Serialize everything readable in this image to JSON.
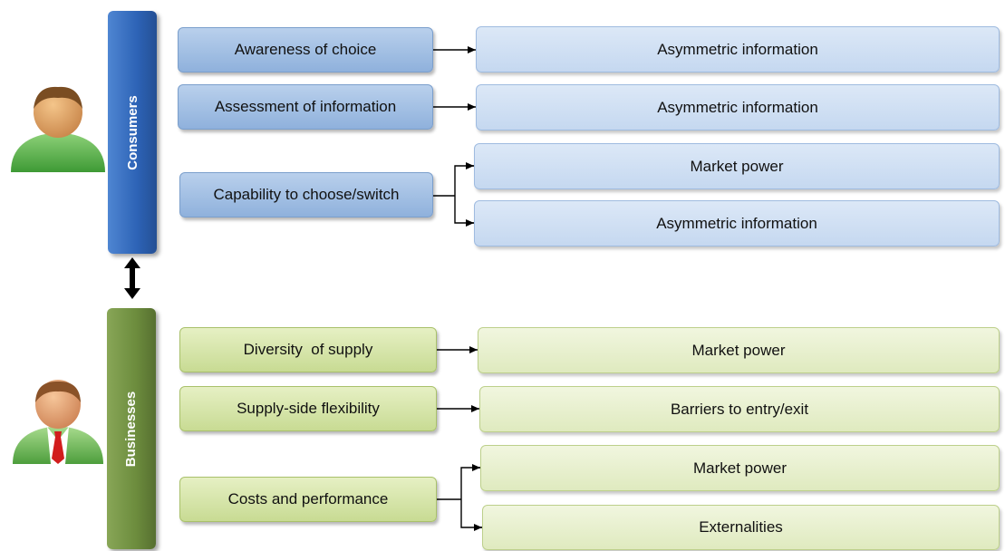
{
  "consumers": {
    "label": "Consumers",
    "drivers": [
      {
        "label": "Awareness of choice",
        "outcomes": [
          "Asymmetric information"
        ]
      },
      {
        "label": "Assessment of information",
        "outcomes": [
          "Asymmetric information"
        ]
      },
      {
        "label": "Capability to choose/switch",
        "outcomes": [
          "Market power",
          "Asymmetric information"
        ]
      }
    ]
  },
  "businesses": {
    "label": "Businesses",
    "drivers": [
      {
        "label": "Diversity  of supply",
        "outcomes": [
          "Market power"
        ]
      },
      {
        "label": "Supply-side flexibility",
        "outcomes": [
          "Barriers to entry/exit"
        ]
      },
      {
        "label": "Costs and performance",
        "outcomes": [
          "Market power",
          "Externalities"
        ]
      }
    ]
  },
  "icons": {
    "consumer": "person-icon",
    "business": "businessman-icon",
    "link": "double-arrow-icon"
  },
  "colors": {
    "consumers_bar": "#2d63b6",
    "businesses_bar": "#6c8c3d",
    "consumers_box": "#c5d8f0",
    "businesses_box": "#dfeabf"
  }
}
